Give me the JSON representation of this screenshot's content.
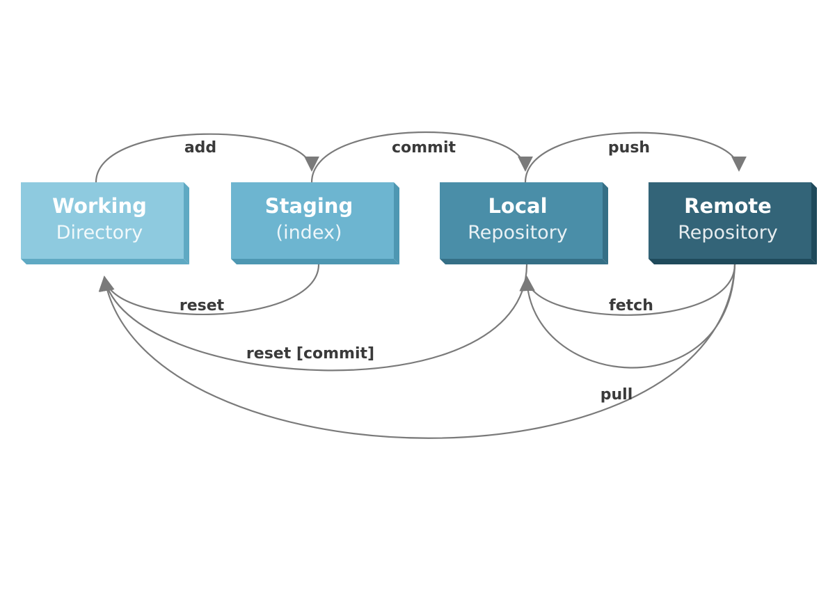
{
  "diagram": {
    "colors": {
      "working": "#8ecadf",
      "staging": "#6db5d0",
      "local": "#4a8ea8",
      "remote": "#336478",
      "arrow": "#7a7a7a",
      "label": "#3a3a3a"
    },
    "nodes": {
      "working": {
        "title": "Working",
        "subtitle": "Directory"
      },
      "staging": {
        "title": "Staging",
        "subtitle": "(index)"
      },
      "local": {
        "title": "Local",
        "subtitle": "Repository"
      },
      "remote": {
        "title": "Remote",
        "subtitle": "Repository"
      }
    },
    "edges": [
      {
        "id": "add",
        "label": "add",
        "from": "working",
        "to": "staging"
      },
      {
        "id": "commit",
        "label": "commit",
        "from": "staging",
        "to": "local"
      },
      {
        "id": "push",
        "label": "push",
        "from": "local",
        "to": "remote"
      },
      {
        "id": "reset",
        "label": "reset",
        "from": "staging",
        "to": "working"
      },
      {
        "id": "fetch",
        "label": "fetch",
        "from": "remote",
        "to": "local"
      },
      {
        "id": "reset-commit",
        "label": "reset [commit]",
        "from": "local",
        "to": "working"
      },
      {
        "id": "pull",
        "label": "pull",
        "from": "remote",
        "to": "local+working"
      }
    ]
  }
}
